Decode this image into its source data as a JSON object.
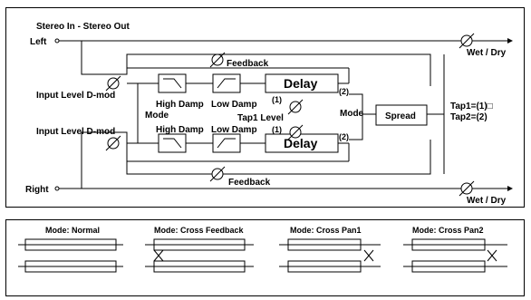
{
  "title": "Stereo In - Stereo Out",
  "inputs": {
    "left": "Left",
    "right": "Right"
  },
  "upper": {
    "input_level": "Input Level D-mod",
    "high_damp": "High Damp",
    "low_damp": "Low Damp",
    "delay": "Delay",
    "feedback": "Feedback",
    "tap_marker_1": "(1)",
    "tap_marker_2": "(2)"
  },
  "lower": {
    "input_level": "Input Level D-mod",
    "high_damp": "High Damp",
    "low_damp": "Low Damp",
    "delay": "Delay",
    "feedback": "Feedback",
    "tap_marker_1": "(1)",
    "tap_marker_2": "(2)"
  },
  "mode_left": "Mode",
  "mode_right": "Mode",
  "tap1_level": "Tap1 Level",
  "spread": "Spread",
  "wet_dry_top": "Wet / Dry",
  "wet_dry_bottom": "Wet / Dry",
  "tap_legend": {
    "tap1": "Tap1=(1)□",
    "tap2": "Tap2=(2)"
  },
  "modes": [
    {
      "label": "Mode: Normal"
    },
    {
      "label": "Mode: Cross Feedback"
    },
    {
      "label": "Mode: Cross Pan1"
    },
    {
      "label": "Mode: Cross Pan2"
    }
  ]
}
